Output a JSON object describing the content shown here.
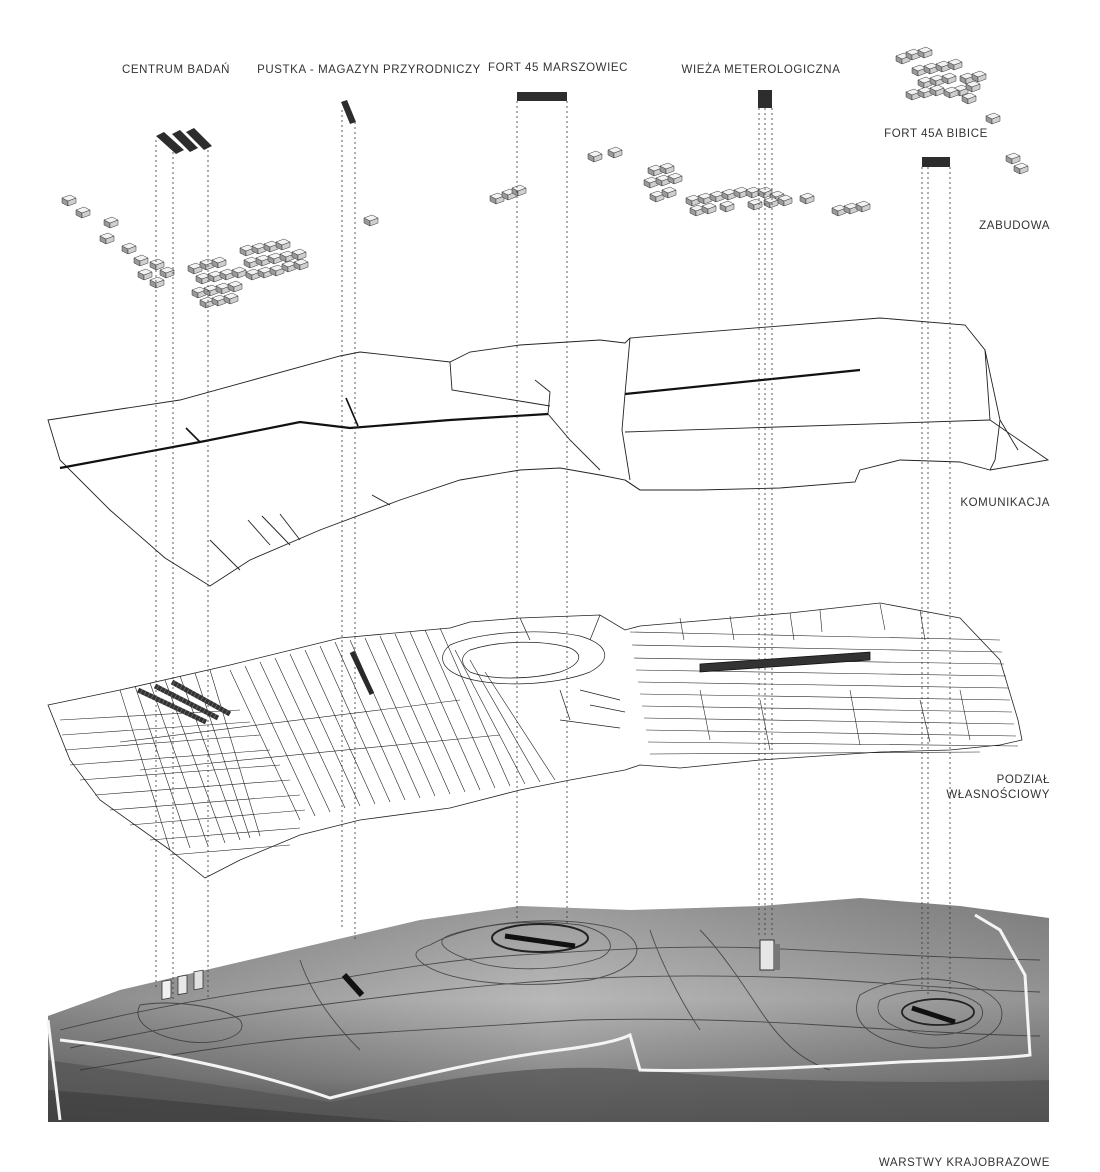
{
  "sites": [
    {
      "id": "centrum",
      "label": "CENTRUM BADAŃ"
    },
    {
      "id": "pustka",
      "label": "PUSTKA - MAGAZYN PRZYRODNICZY"
    },
    {
      "id": "fort45",
      "label": "FORT 45 MARSZOWIEC"
    },
    {
      "id": "wieza",
      "label": "WIEŻA METEROLOGICZNA"
    },
    {
      "id": "fort45a",
      "label": "FORT 45A BIBICE"
    }
  ],
  "layers": [
    {
      "id": "zabudowa",
      "label": "ZABUDOWA"
    },
    {
      "id": "komunikacja",
      "label": "KOMUNIKACJA"
    },
    {
      "id": "podzial",
      "label_line1": "PODZIAŁ",
      "label_line2": "WŁASNOŚCIOWY"
    },
    {
      "id": "krajobraz",
      "label": "WARSTWY KRAJOBRAZOWE"
    }
  ],
  "colors": {
    "line": "#222222",
    "terrain_dark": "#4a4a4a",
    "terrain_light": "#bdbdbd",
    "boundary": "#f2f2f2",
    "label": "#333333"
  }
}
